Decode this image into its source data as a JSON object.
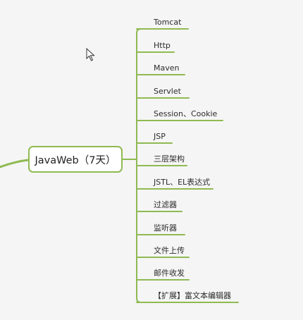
{
  "center": {
    "label": "JavaWeb（7天）"
  },
  "branches": [
    {
      "label": "Tomcat"
    },
    {
      "label": "Http"
    },
    {
      "label": "Maven"
    },
    {
      "label": "Servlet"
    },
    {
      "label": "Session、Cookie"
    },
    {
      "label": "JSP"
    },
    {
      "label": "三层架构"
    },
    {
      "label": "JSTL、EL表达式"
    },
    {
      "label": "过滤器"
    },
    {
      "label": "监听器"
    },
    {
      "label": "文件上传"
    },
    {
      "label": "邮件收发"
    },
    {
      "label": "【扩展】富文本编辑器"
    }
  ],
  "colors": {
    "line": "#8fba52",
    "text": "#2b2b2b",
    "background": "#f5f5f5"
  },
  "cursor": {
    "icon": "mouse-pointer-icon"
  }
}
